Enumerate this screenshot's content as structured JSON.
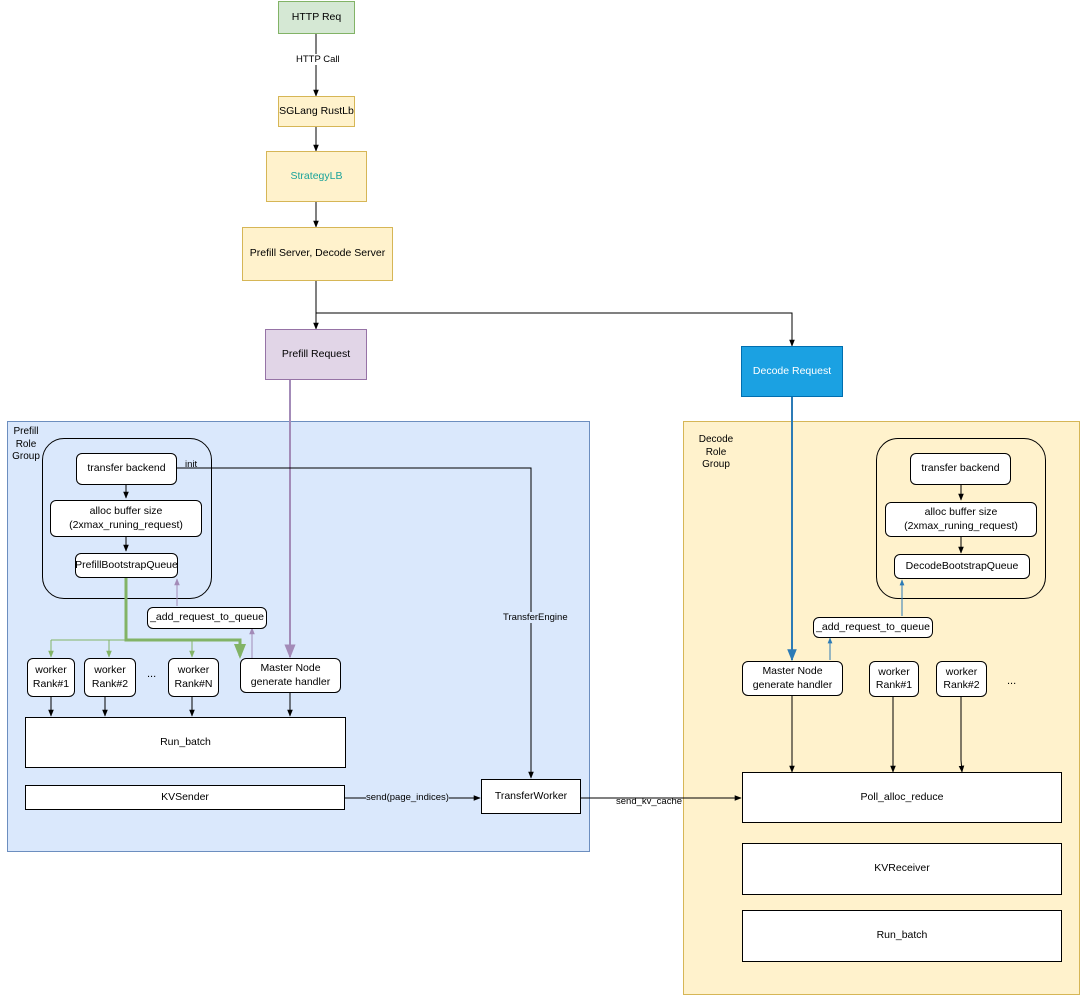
{
  "nodes": {
    "http_req": "HTTP Req",
    "rustlb": "SGLang RustLb",
    "strategylb": "StrategyLB",
    "servers": "Prefill Server, Decode Server",
    "prefill_request": "Prefill Request",
    "decode_request": "Decode Request"
  },
  "prefill_group": {
    "label": "Prefill\nRole\nGroup",
    "transfer_backend": "transfer backend",
    "alloc_buffer": "alloc buffer size\n(2xmax_runing_request)",
    "bootstrap_queue": "PrefillBootstrapQueue",
    "add_request": "_add_request_to_queue",
    "worker1": "worker\nRank#1",
    "worker2": "worker\nRank#2",
    "ellipsis": "...",
    "workerN": "worker\nRank#N",
    "master": "Master Node\ngenerate handler",
    "run_batch": "Run_batch",
    "kvsender": "KVSender"
  },
  "transfer_worker": "TransferWorker",
  "decode_group": {
    "label": "Decode\nRole\nGroup",
    "transfer_backend": "transfer backend",
    "alloc_buffer": "alloc buffer size\n(2xmax_runing_request)",
    "bootstrap_queue": "DecodeBootstrapQueue",
    "add_request": "_add_request_to_queue",
    "master": "Master Node\ngenerate handler",
    "worker1": "worker\nRank#1",
    "worker2": "worker\nRank#2",
    "ellipsis": "...",
    "poll": "Poll_alloc_reduce",
    "kvreceiver": "KVReceiver",
    "run_batch": "Run_batch"
  },
  "edge_labels": {
    "http_call": "HTTP Call",
    "init": "init",
    "transfer_engine": "TransferEngine",
    "send_page_indices": "send(page_indices)",
    "send_kv_cache": "send_kv_cache"
  },
  "colors": {
    "green_fill": "#d5e8d4",
    "green_stroke": "#82b366",
    "yellow_fill": "#fff2cc",
    "yellow_stroke": "#d6b656",
    "purple_fill": "#e1d5e7",
    "purple_stroke": "#9673a6",
    "blue_fill": "#1ba1e2",
    "blue_stroke": "#006eaf",
    "prefill_group_fill": "#dae8fc",
    "prefill_group_stroke": "#6c8ebf",
    "decode_group_fill": "#fff2cc",
    "decode_group_stroke": "#d6b656",
    "strategy_text": "#1aa39a",
    "purple_arrow": "#a38bb8",
    "green_arrow": "#82b366",
    "blue_arrow": "#2c7bb6"
  }
}
